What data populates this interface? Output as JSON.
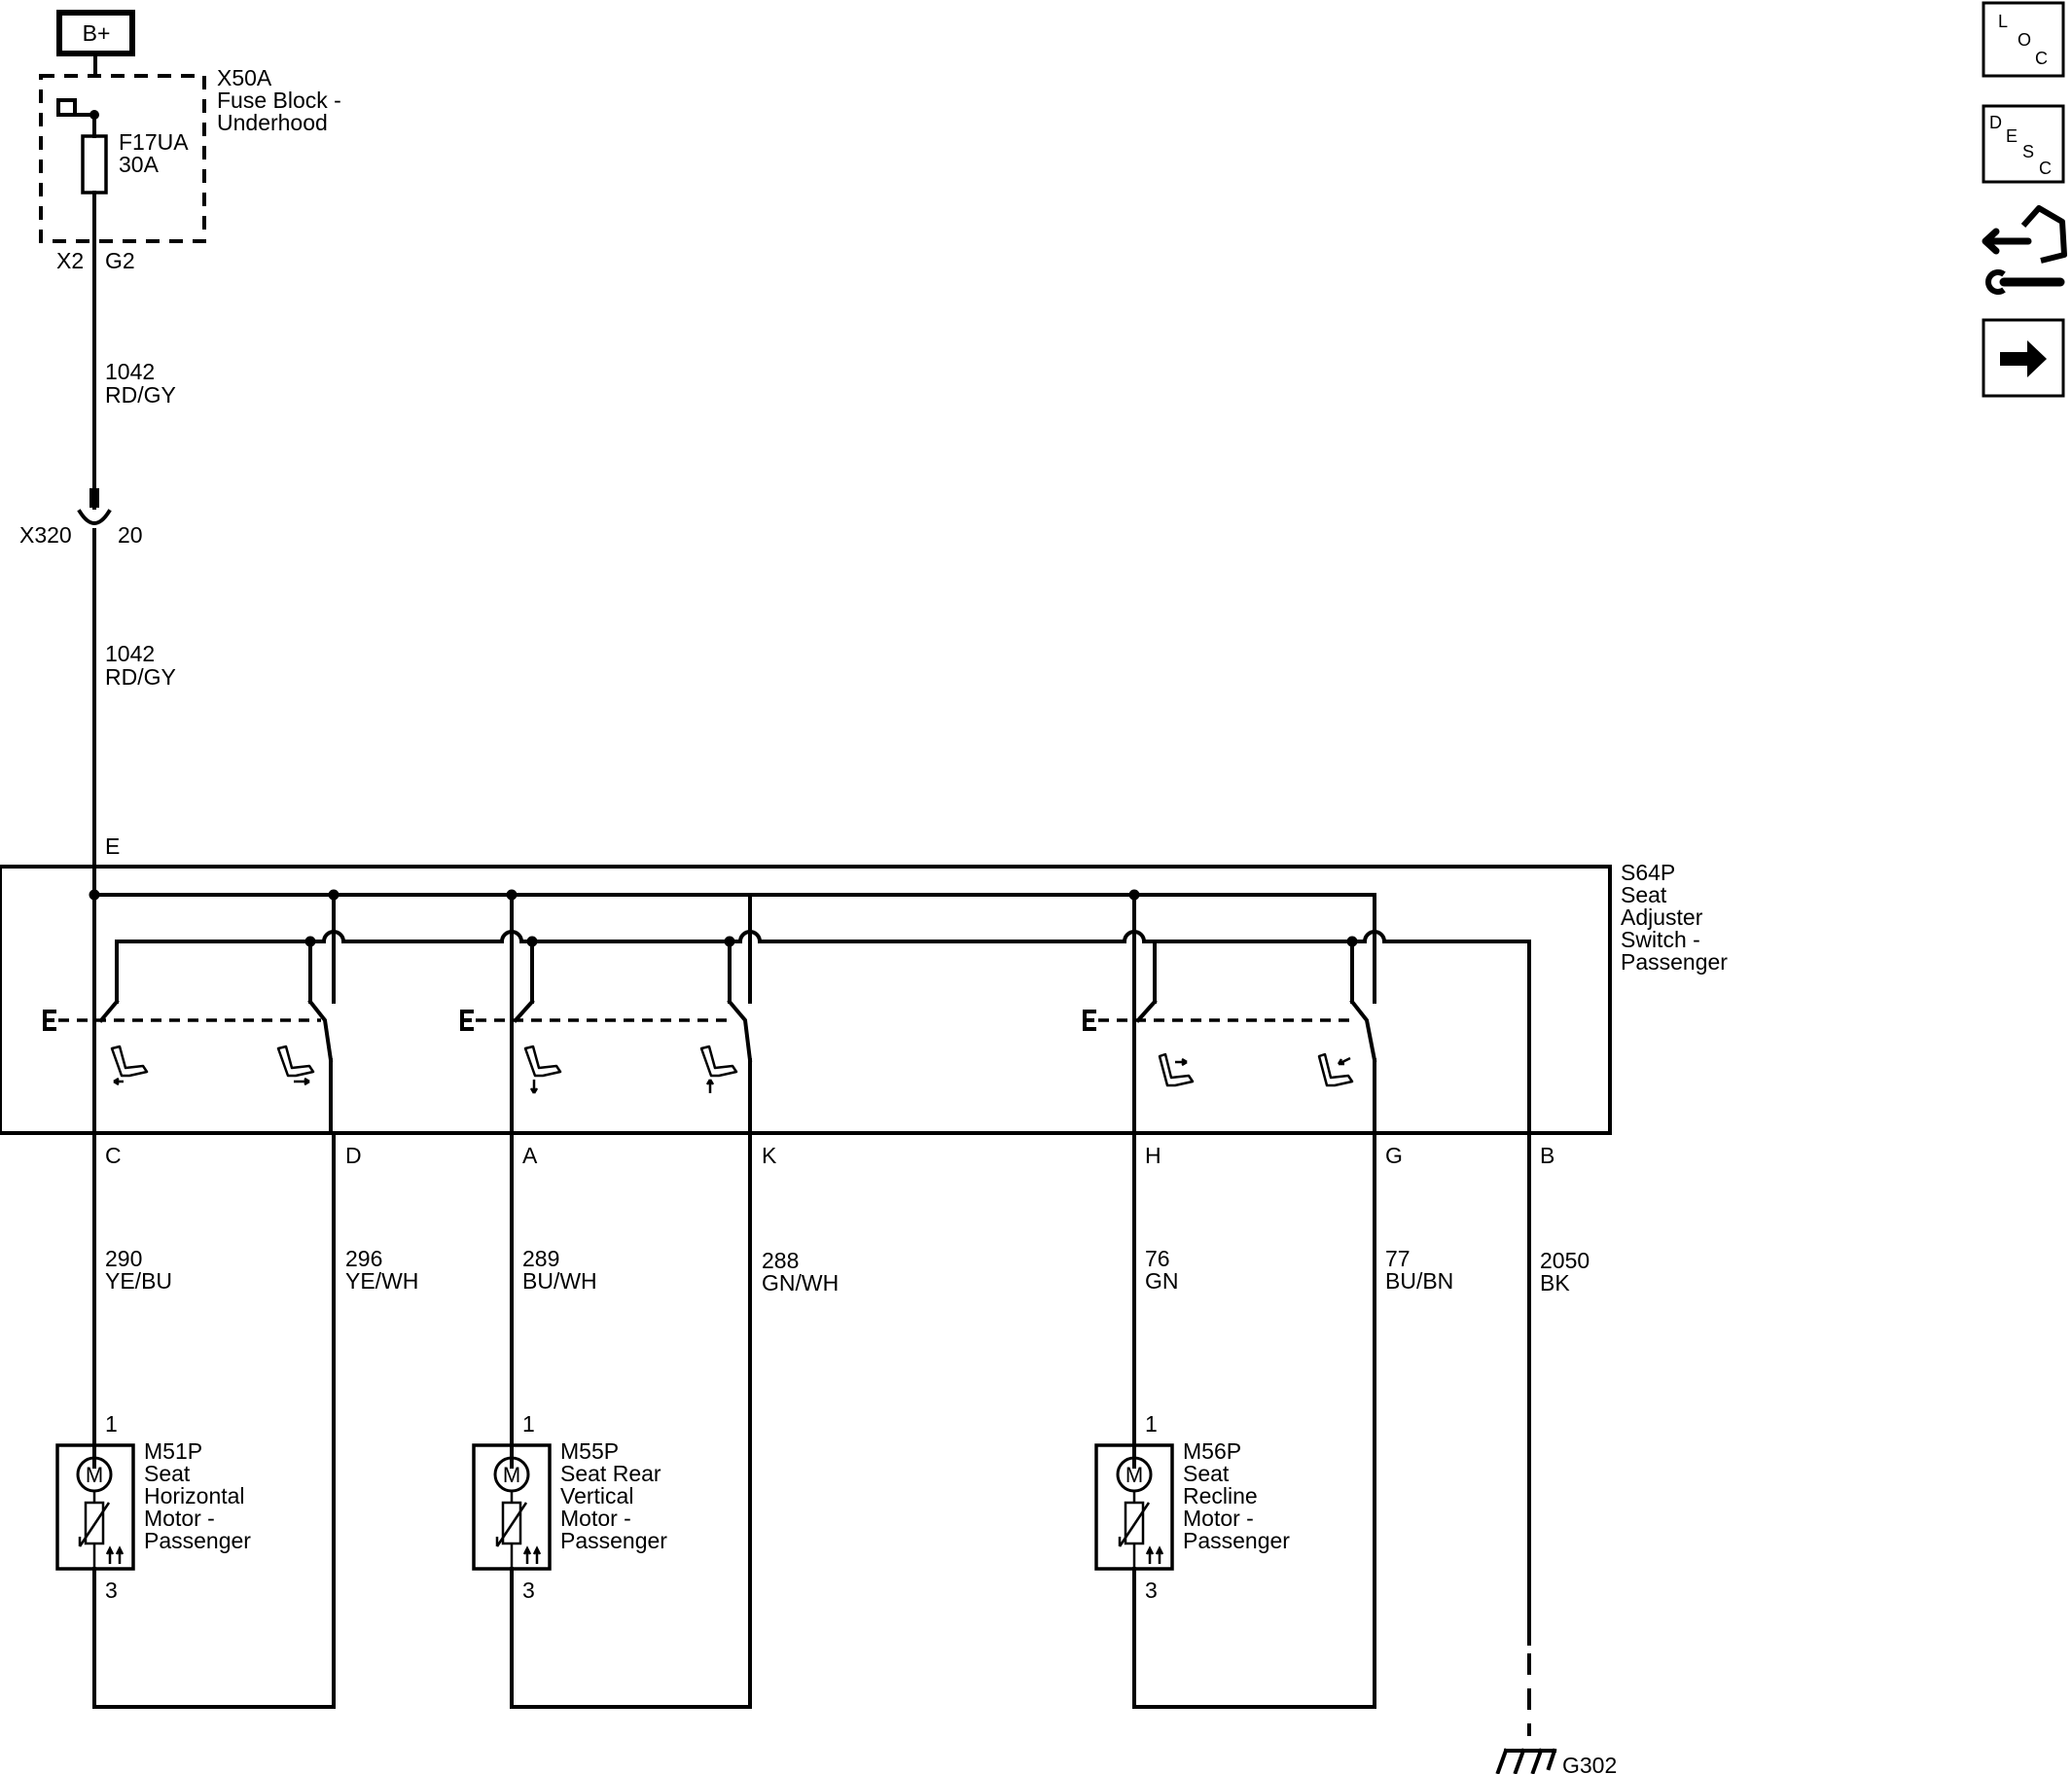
{
  "power": {
    "label": "B+"
  },
  "fuse_block": {
    "id": "X50A",
    "name_line1": "Fuse Block -",
    "name_line2": "Underhood",
    "fuse_id": "F17UA",
    "fuse_rating": "30A",
    "connector": "X2",
    "pin": "G2"
  },
  "wires": {
    "w1042a": {
      "num": "1042",
      "color": "RD/GY"
    },
    "w1042b": {
      "num": "1042",
      "color": "RD/GY"
    },
    "w290": {
      "num": "290",
      "color": "YE/BU"
    },
    "w296": {
      "num": "296",
      "color": "YE/WH"
    },
    "w289": {
      "num": "289",
      "color": "BU/WH"
    },
    "w288": {
      "num": "288",
      "color": "GN/WH"
    },
    "w76": {
      "num": "76",
      "color": "GN"
    },
    "w77": {
      "num": "77",
      "color": "BU/BN"
    },
    "w2050": {
      "num": "2050",
      "color": "BK"
    }
  },
  "inline_connector": {
    "id": "X320",
    "pin": "20"
  },
  "switch": {
    "id": "S64P",
    "line1": "Seat",
    "line2": "Adjuster",
    "line3": "Switch -",
    "line4": "Passenger",
    "pins": {
      "E": "E",
      "C": "C",
      "D": "D",
      "A": "A",
      "K": "K",
      "H": "H",
      "G": "G",
      "B": "B"
    }
  },
  "motors": [
    {
      "id": "M51P",
      "line1": "Seat",
      "line2": "Horizontal",
      "line3": "Motor -",
      "line4": "Passenger",
      "pin_top": "1",
      "pin_bottom": "3",
      "symbol": "M"
    },
    {
      "id": "M55P",
      "line1": "Seat Rear",
      "line2": "Vertical",
      "line3": "Motor -",
      "line4": "Passenger",
      "pin_top": "1",
      "pin_bottom": "3",
      "symbol": "M"
    },
    {
      "id": "M56P",
      "line1": "Seat",
      "line2": "Recline",
      "line3": "Motor -",
      "line4": "Passenger",
      "pin_top": "1",
      "pin_bottom": "3",
      "symbol": "M"
    }
  ],
  "ground": {
    "id": "G302"
  },
  "nav": {
    "loc": {
      "l1": "L",
      "l2": "O",
      "l3": "C"
    },
    "desc": {
      "l1": "D",
      "l2": "E",
      "l3": "S",
      "l4": "C"
    },
    "connector_icon": "connector-wrench-icon",
    "next_icon": "arrow-right-icon"
  }
}
